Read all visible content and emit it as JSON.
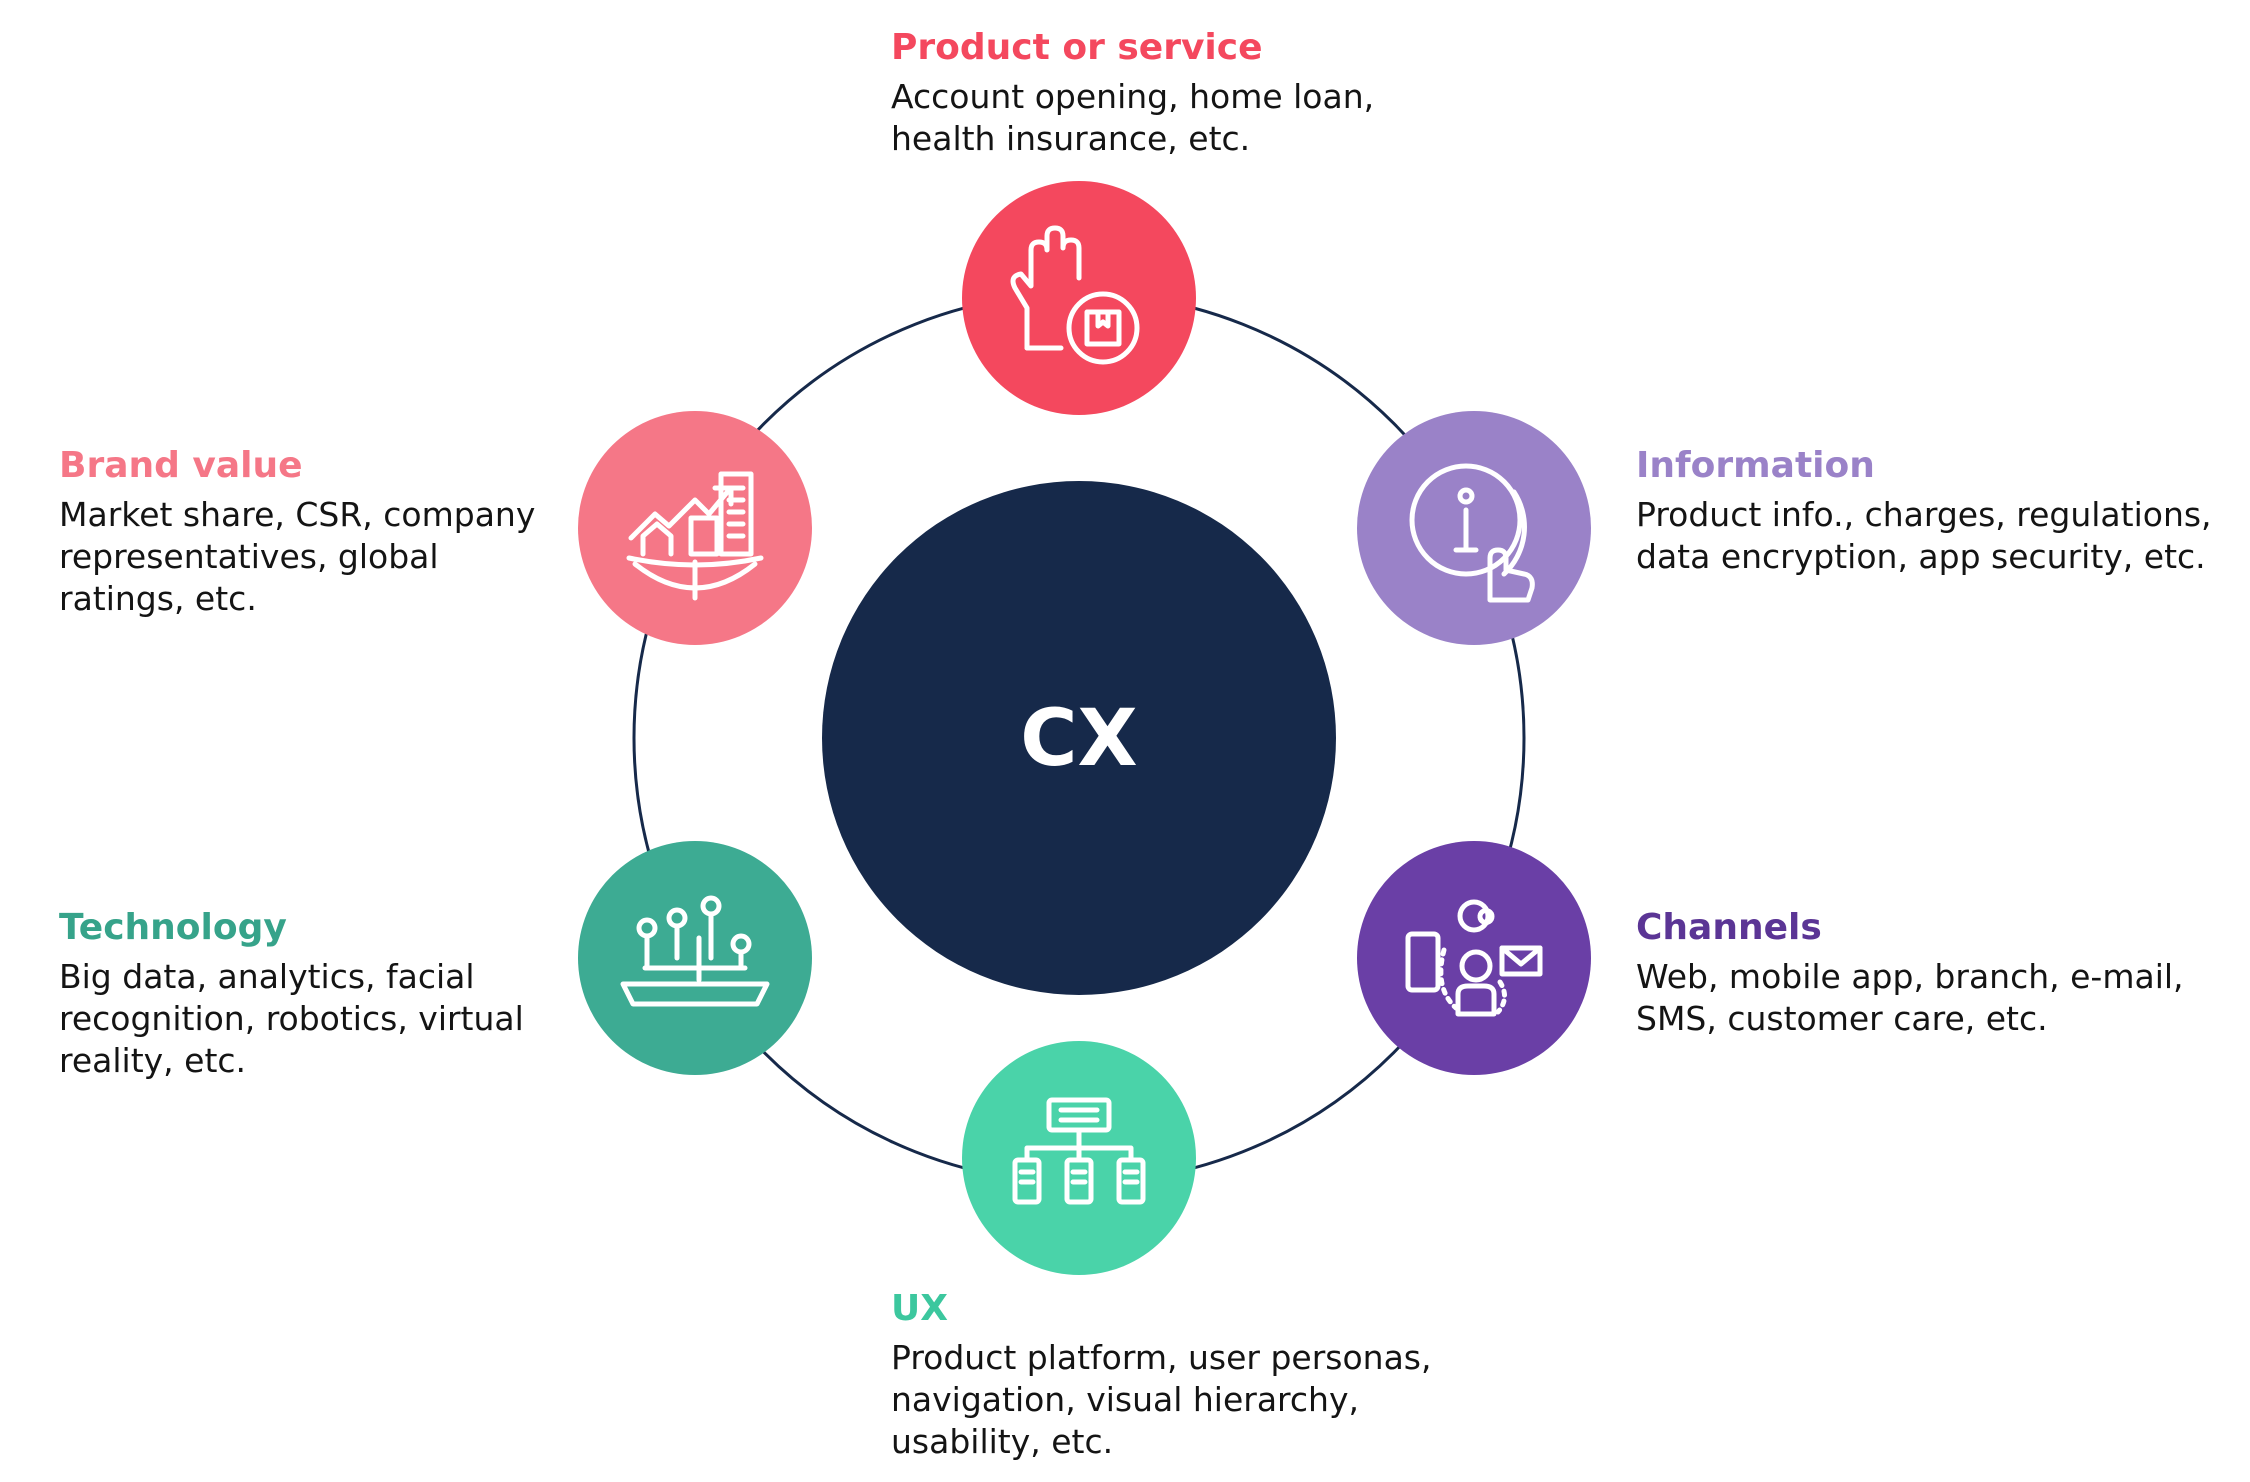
{
  "center": {
    "label": "CX",
    "color": "#16294a"
  },
  "ring_color": "#16294a",
  "nodes": [
    {
      "key": "product",
      "title": "Product or service",
      "desc_lines": [
        "Account opening, home loan,",
        "health insurance, etc."
      ],
      "color": "#f4485e",
      "title_color": "#f4485e",
      "icon": "hand-with-box-icon"
    },
    {
      "key": "information",
      "title": "Information",
      "desc_lines": [
        "Product info., charges, regulations,",
        "data encryption, app security, etc."
      ],
      "color": "#9a82c8",
      "title_color": "#9a82c8",
      "icon": "info-touch-icon"
    },
    {
      "key": "channels",
      "title": "Channels",
      "desc_lines": [
        "Web, mobile app, branch, e-mail,",
        "SMS, customer care, etc."
      ],
      "color": "#6a3fa6",
      "title_color": "#5b3595",
      "icon": "channels-icon"
    },
    {
      "key": "ux",
      "title": "UX",
      "desc_lines": [
        "Product platform, user personas,",
        "navigation, visual hierarchy,",
        "usability, etc."
      ],
      "color": "#4ad3a9",
      "title_color": "#3cc79e",
      "icon": "sitemap-icon"
    },
    {
      "key": "technology",
      "title": "Technology",
      "desc_lines": [
        "Big data, analytics, facial",
        "recognition, robotics, virtual",
        "reality, etc."
      ],
      "color": "#3dab93",
      "title_color": "#36a38a",
      "icon": "circuit-tech-icon"
    },
    {
      "key": "brand",
      "title": "Brand value",
      "desc_lines": [
        "Market share, CSR, company",
        "representatives, global",
        "ratings, etc."
      ],
      "color": "#f57787",
      "title_color": "#f57787",
      "icon": "growth-city-icon"
    }
  ]
}
